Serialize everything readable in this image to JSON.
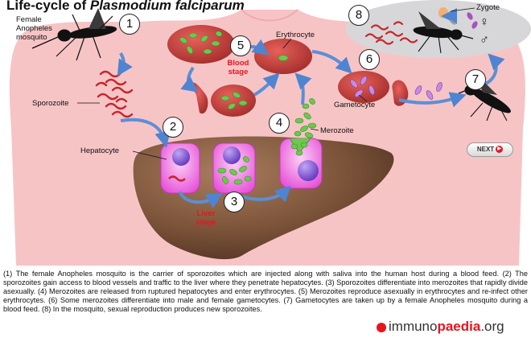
{
  "title": {
    "prefix": "Life-cycle of ",
    "species": "Plasmodium falciparum"
  },
  "labels": {
    "mosquito": [
      "Female",
      "Anopheles",
      "mosquito"
    ],
    "sporozoite": "Sporozoite",
    "hepatocyte": "Hepatocyte",
    "erythrocyte": "Erythrocyte",
    "merozoite": "Merozoite",
    "gametocyte": "Gametocyte",
    "zygote": "Zygote",
    "blood_stage": [
      "Blood",
      "stage"
    ],
    "liver_stage": [
      "Liver",
      "stage"
    ]
  },
  "steps": [
    "1",
    "2",
    "3",
    "4",
    "5",
    "6",
    "7",
    "8"
  ],
  "symbols": {
    "female": "♀",
    "male": "♂"
  },
  "next_button": "NEXT",
  "caption": "(1) The female Anopheles mosquito is the carrier of sporozoites which are injected along with saliva into the human host during a blood feed. (2) The sporozoites gain access to blood vessels and traffic to the liver where they penetrate hepatocytes. (3) Sporozoites differentiate into merozoites that rapidly divide asexually. (4) Merozoites are released from ruptured hepatocytes and enter erythrocytes. (5) Merozoites reproduce asexually in erythrocytes and re-infect other erythrocytes. (6) Some merozoites differentiate into male and female gametocytes. (7) Gametocytes are taken up by a female Anopheles mosquito during a blood feed. (8) In the mosquito, sexual reproduction produces new sporozoites.",
  "logo": {
    "part1": "immuno",
    "part2": "paedia",
    "part3": ".org"
  },
  "colors": {
    "body": "#f7c4c6",
    "liver": "#7a5238",
    "erythrocyte": "#c8403c",
    "parasite": "#6dc84e",
    "hepatocyte": "#e64bd8",
    "nucleus": "#7a4fd1",
    "arrow": "#5b8fd6",
    "accent": "#e8141e"
  }
}
